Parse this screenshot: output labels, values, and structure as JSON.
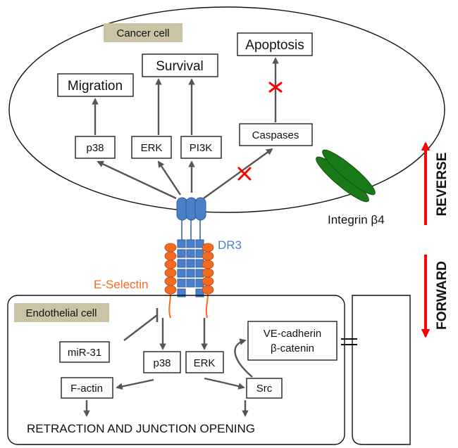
{
  "colors": {
    "arrow_gray": "#555555",
    "red": "#ff0000",
    "blue_receptor": "#4a7fc9",
    "orange_selectin": "#f26b21",
    "green_integrin": "#1a7a1a",
    "cell_tag_bg": "#cbc3a5"
  },
  "cancer_cell": {
    "tag": "Cancer cell",
    "apoptosis": "Apoptosis",
    "survival": "Survival",
    "migration": "Migration",
    "p38": "p38",
    "erk": "ERK",
    "pi3k": "PI3K",
    "caspases": "Caspases"
  },
  "integrin_label": "Integrin β4",
  "dr3_label": "DR3",
  "eselectin_label": "E-Selectin",
  "endothelial_cell": {
    "tag": "Endothelial cell",
    "mir31": "miR-31",
    "p38": "p38",
    "erk": "ERK",
    "vecadherin": "VE-cadherin",
    "bcatenin": "β-catenin",
    "factin": "F-actin",
    "src": "Src",
    "retraction": "RETRACTION AND JUNCTION OPENING"
  },
  "side_labels": {
    "reverse": "REVERSE",
    "forward": "FORWARD"
  }
}
